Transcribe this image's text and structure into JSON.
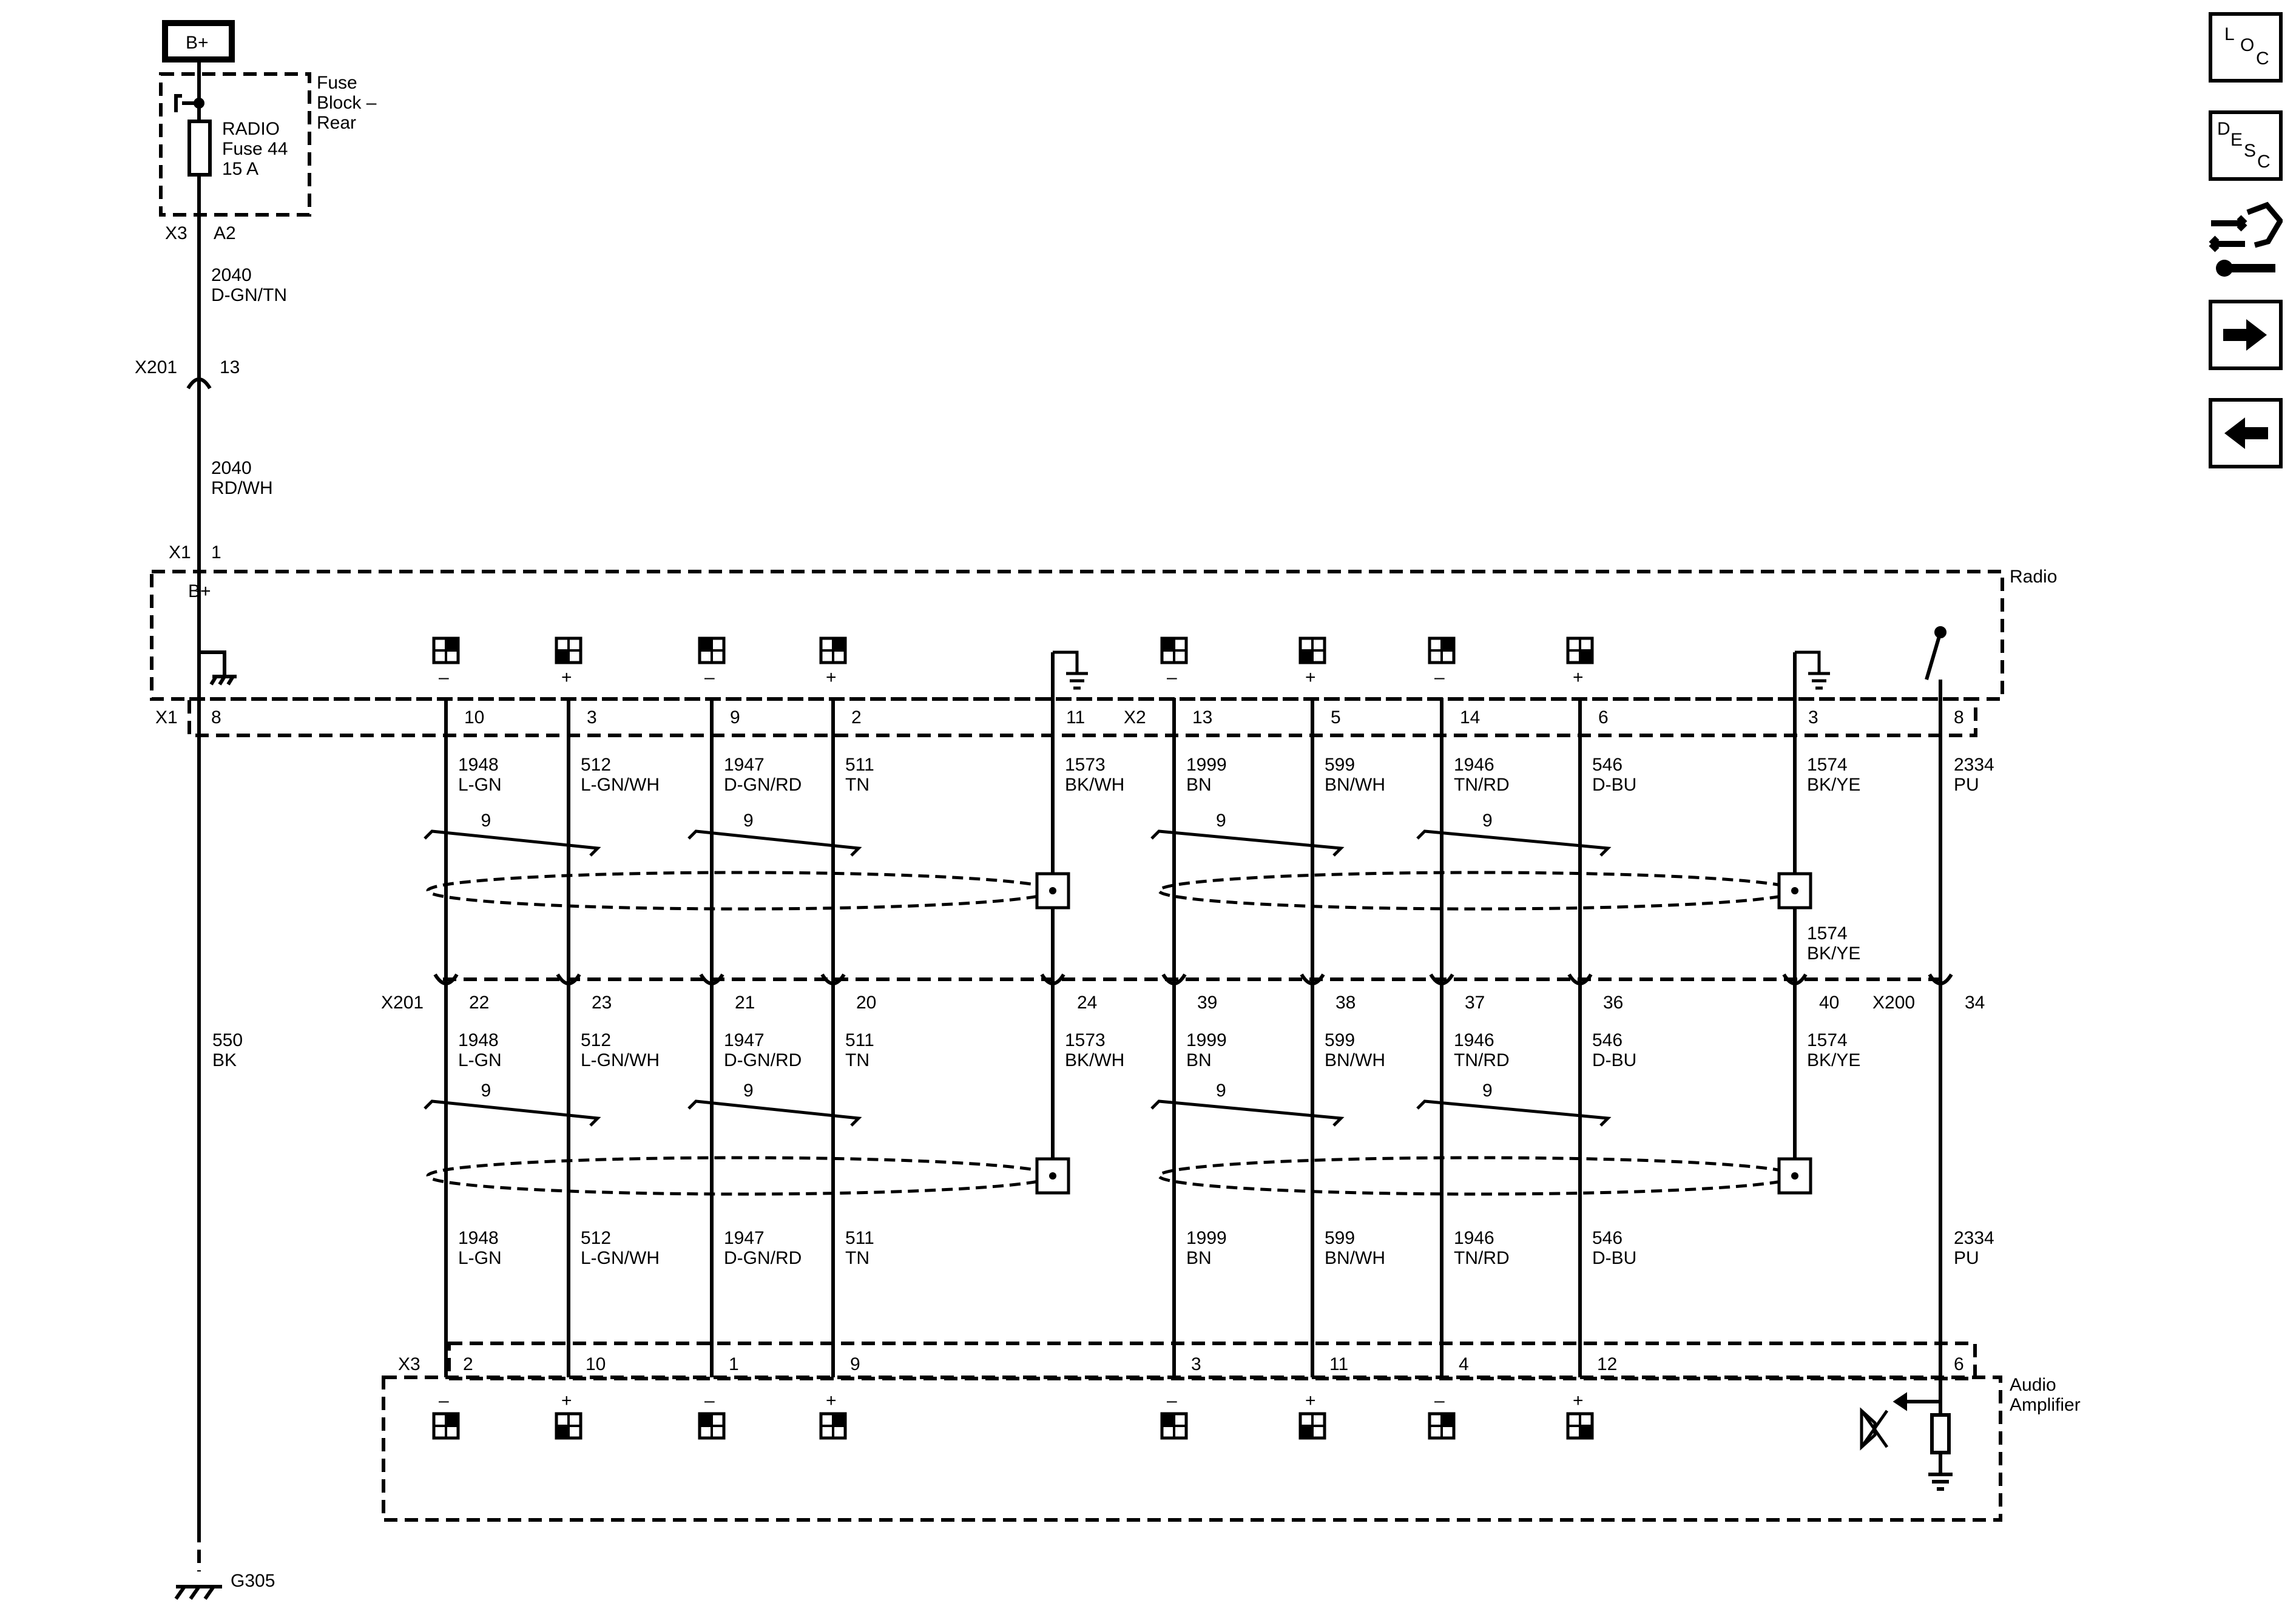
{
  "power": {
    "source": "B+",
    "fuse_block": "Fuse Block – Rear",
    "fuse_name": "RADIO",
    "fuse_number": "Fuse 44",
    "fuse_rating": "15 A",
    "connector": "X3",
    "pin": "A2"
  },
  "feed": {
    "wire1": {
      "circuit": "2040",
      "color": "D-GN/TN"
    },
    "inline": {
      "connector": "X201",
      "pin": "13"
    },
    "wire2": {
      "circuit": "2040",
      "color": "RD/WH"
    },
    "radio_connector": "X1",
    "radio_pin": "1",
    "radio_pin_label": "B+"
  },
  "radio": {
    "label": "Radio",
    "connector_x1": "X1",
    "connector_x2": "X2"
  },
  "amplifier": {
    "label": "Audio Amplifier",
    "connector": "X3"
  },
  "ground_wire": {
    "pin": "8",
    "circuit": "550",
    "color": "BK",
    "ground": "G305"
  },
  "inline_lower": {
    "connector": "X201",
    "connector2": "X200"
  },
  "twist_count": "9",
  "signals": [
    {
      "sign": "–",
      "radio_pin": "10",
      "circuit": "1948",
      "color": "L-GN",
      "inline_pin": "22",
      "amp_pin": "2"
    },
    {
      "sign": "+",
      "radio_pin": "3",
      "circuit": "512",
      "color": "L-GN/WH",
      "inline_pin": "23",
      "amp_pin": "10"
    },
    {
      "sign": "–",
      "radio_pin": "9",
      "circuit": "1947",
      "color": "D-GN/RD",
      "inline_pin": "21",
      "amp_pin": "1"
    },
    {
      "sign": "+",
      "radio_pin": "2",
      "circuit": "511",
      "color": "TN",
      "inline_pin": "20",
      "amp_pin": "9"
    },
    {
      "sign": "–",
      "radio_pin": "13",
      "circuit": "1999",
      "color": "BN",
      "inline_pin": "39",
      "amp_pin": "3"
    },
    {
      "sign": "+",
      "radio_pin": "5",
      "circuit": "599",
      "color": "BN/WH",
      "inline_pin": "38",
      "amp_pin": "11"
    },
    {
      "sign": "–",
      "radio_pin": "14",
      "circuit": "1946",
      "color": "TN/RD",
      "inline_pin": "37",
      "amp_pin": "4"
    },
    {
      "sign": "+",
      "radio_pin": "6",
      "circuit": "546",
      "color": "D-BU",
      "inline_pin": "36",
      "amp_pin": "12"
    }
  ],
  "drains": [
    {
      "radio_pin": "11",
      "circuit": "1573",
      "color": "BK/WH",
      "inline_pin": "24"
    },
    {
      "radio_pin": "3",
      "circuit": "1574",
      "color": "BK/YE",
      "inline_pin": "40"
    }
  ],
  "remote": {
    "radio_pin": "8",
    "circuit": "2334",
    "color": "PU",
    "inline_pin": "34",
    "amp_pin": "6"
  },
  "nav": {
    "loc": [
      "L",
      "O",
      "C"
    ],
    "desc": [
      "D",
      "E",
      "S",
      "C"
    ],
    "connector_icon": "connector-end-view-icon",
    "next_icon": "arrow-right-icon",
    "prev_icon": "arrow-left-icon"
  }
}
